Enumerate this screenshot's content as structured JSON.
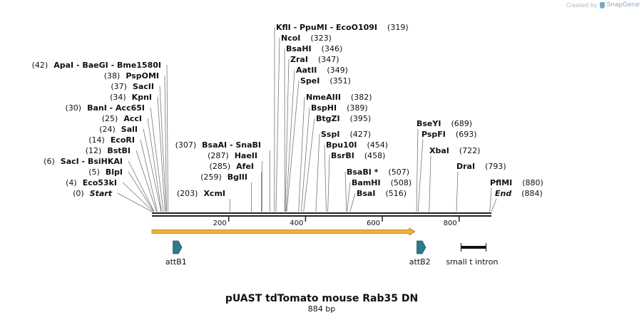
{
  "watermark": {
    "prefix": "Created by",
    "brand": "SnapGene"
  },
  "map": {
    "title": "pUAST tdTomato mouse Rab35 DN",
    "length_label": "884 bp",
    "total_bp": 884,
    "ticks": [
      200,
      400,
      600,
      800
    ],
    "colors": {
      "backbone": "#222222",
      "arrow": "#f0b13a",
      "arrow_edge": "#b07b15",
      "feature": "#2d7a8c"
    }
  },
  "left_sites": [
    {
      "name": "ApaI  -  BaeGI  -  Bme1580I",
      "pos_label": "(42)",
      "bp": 42
    },
    {
      "name": "PspOMI",
      "pos_label": "(38)",
      "bp": 38
    },
    {
      "name": "SacII",
      "pos_label": "(37)",
      "bp": 37
    },
    {
      "name": "KpnI",
      "pos_label": "(34)",
      "bp": 34
    },
    {
      "name": "BanI  -  Acc65I",
      "pos_label": "(30)",
      "bp": 30
    },
    {
      "name": "AccI",
      "pos_label": "(25)",
      "bp": 25
    },
    {
      "name": "SalI",
      "pos_label": "(24)",
      "bp": 24
    },
    {
      "name": "EcoRI",
      "pos_label": "(14)",
      "bp": 14
    },
    {
      "name": "BstBI",
      "pos_label": "(12)",
      "bp": 12
    },
    {
      "name": "SacI  -  BsiHKAI",
      "pos_label": "(6)",
      "bp": 6
    },
    {
      "name": "BlpI",
      "pos_label": "(5)",
      "bp": 5
    },
    {
      "name": "Eco53kI",
      "pos_label": "(4)",
      "bp": 4
    },
    {
      "name": "Start",
      "pos_label": "(0)",
      "bp": 0,
      "italic": true
    }
  ],
  "mid_sites": [
    {
      "name": "BsaAI  -  SnaBI",
      "pos_label": "(307)",
      "bp": 307
    },
    {
      "name": "HaeII",
      "pos_label": "(287)",
      "bp": 287
    },
    {
      "name": "AfeI",
      "pos_label": "(285)",
      "bp": 285
    },
    {
      "name": "BglII",
      "pos_label": "(259)",
      "bp": 259
    },
    {
      "name": "XcmI",
      "pos_label": "(203)",
      "bp": 203
    }
  ],
  "top_sites": [
    {
      "name": "KflI  -  PpuMI  -  EcoO109I",
      "pos_label": "(319)",
      "bp": 319
    },
    {
      "name": "NcoI",
      "pos_label": "(323)",
      "bp": 323
    },
    {
      "name": "BsaHI",
      "pos_label": "(346)",
      "bp": 346
    },
    {
      "name": "ZraI",
      "pos_label": "(347)",
      "bp": 347
    },
    {
      "name": "AatII",
      "pos_label": "(349)",
      "bp": 349
    },
    {
      "name": "SpeI",
      "pos_label": "(351)",
      "bp": 351
    },
    {
      "name": "NmeAIII",
      "pos_label": "(382)",
      "bp": 382
    },
    {
      "name": "BspHI",
      "pos_label": "(389)",
      "bp": 389
    },
    {
      "name": "BtgZI",
      "pos_label": "(395)",
      "bp": 395
    },
    {
      "name": "SspI",
      "pos_label": "(427)",
      "bp": 427
    },
    {
      "name": "Bpu10I",
      "pos_label": "(454)",
      "bp": 454
    },
    {
      "name": "BsrBI",
      "pos_label": "(458)",
      "bp": 458
    },
    {
      "name": "BsaBI *",
      "pos_label": "(507)",
      "bp": 507
    },
    {
      "name": "BamHI",
      "pos_label": "(508)",
      "bp": 508
    },
    {
      "name": "BsaI",
      "pos_label": "(516)",
      "bp": 516
    }
  ],
  "right_sites": [
    {
      "name": "BseYI",
      "pos_label": "(689)",
      "bp": 689
    },
    {
      "name": "PspFI",
      "pos_label": "(693)",
      "bp": 693
    },
    {
      "name": "XbaI",
      "pos_label": "(722)",
      "bp": 722
    },
    {
      "name": "DraI",
      "pos_label": "(793)",
      "bp": 793
    },
    {
      "name": "PflMI",
      "pos_label": "(880)",
      "bp": 880
    },
    {
      "name": "End",
      "pos_label": "(884)",
      "bp": 884,
      "italic": true
    }
  ],
  "features": [
    {
      "name": "attB1",
      "type": "att",
      "bp_start": 55,
      "bp_end": 78
    },
    {
      "name": "attB2",
      "type": "att",
      "bp_start": 690,
      "bp_end": 713
    },
    {
      "name": "small t intron",
      "type": "intron",
      "bp_start": 805,
      "bp_end": 870
    },
    {
      "name": "",
      "type": "orf",
      "bp_start": 0,
      "bp_end": 685
    }
  ]
}
